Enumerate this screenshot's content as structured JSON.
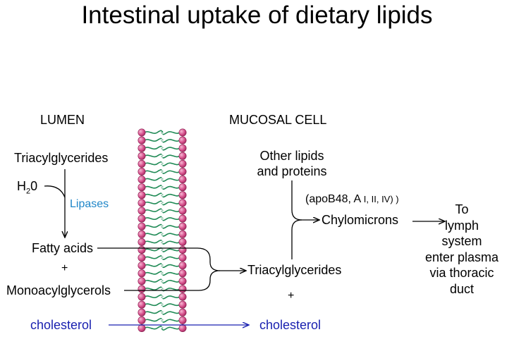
{
  "title": "Intestinal uptake of dietary lipids",
  "labels": {
    "lumen": "LUMEN",
    "mucosal_cell": "MUCOSAL CELL",
    "triacylglycerides_left": "Triacylglycerides",
    "water_base": "H",
    "water_sub": "2",
    "water_end": "0",
    "lipases": "Lipases",
    "fatty_acids": "Fatty acids",
    "plus_left": "+",
    "monoacylglycerols": "Monoacylglycerols",
    "other_lipids_line1": "Other lipids",
    "other_lipids_line2": "and proteins",
    "apo_prefix": "(apoB48, A",
    "apo_small": " I, II, IV) )",
    "chylomicrons": "Chylomicrons",
    "triacylglycerides_right": "Triacylglycerides",
    "plus_right": "+",
    "cholesterol_left": "cholesterol",
    "cholesterol_right": "cholesterol",
    "destination_lines": [
      "To",
      "lymph",
      "system",
      "enter plasma",
      "via thoracic",
      "duct"
    ]
  },
  "colors": {
    "membrane_head": "#d6508c",
    "membrane_tail": "#1f8a55",
    "lipases": "#1f86c8",
    "cholesterol": "#1a21b0"
  }
}
